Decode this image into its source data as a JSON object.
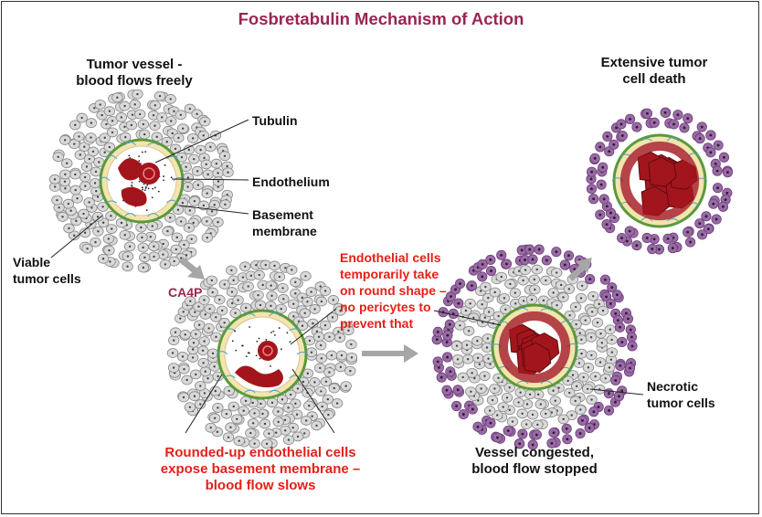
{
  "title": "Fosbretabulin Mechanism of Action",
  "labels": {
    "tumor_vessel_1": "Tumor vessel -",
    "tumor_vessel_2": "blood flows freely",
    "tubulin": "Tubulin",
    "endothelium": "Endothelium",
    "basement_1": "Basement",
    "basement_2": "membrane",
    "viable_1": "Viable",
    "viable_2": "tumor cells",
    "drug": "CA4P",
    "rounded_1": "Rounded-up endothelial cells",
    "rounded_2": "expose basement membrane –",
    "rounded_3": "blood flow slows",
    "temp_1": "Endothelial cells",
    "temp_2": "temporarily take",
    "temp_3": "on round shape –",
    "temp_4": "no pericytes to",
    "temp_5": "prevent that",
    "congested_1": "Vessel congested,",
    "congested_2": "blood flow stopped",
    "necrotic_1": "Necrotic",
    "necrotic_2": "tumor cells",
    "death_1": "Extensive tumor",
    "death_2": "cell death"
  },
  "colors": {
    "title": "#9b2452",
    "highlight_text": "#e32119",
    "viable_cell": "#d9d9d9",
    "necrotic_cell": "#9a6aa6",
    "endothelium": "#5b9a3a",
    "basement_membrane": "#f3e4b0",
    "blood_cell": "#a3151c",
    "arrow": "#a6a6a6"
  }
}
